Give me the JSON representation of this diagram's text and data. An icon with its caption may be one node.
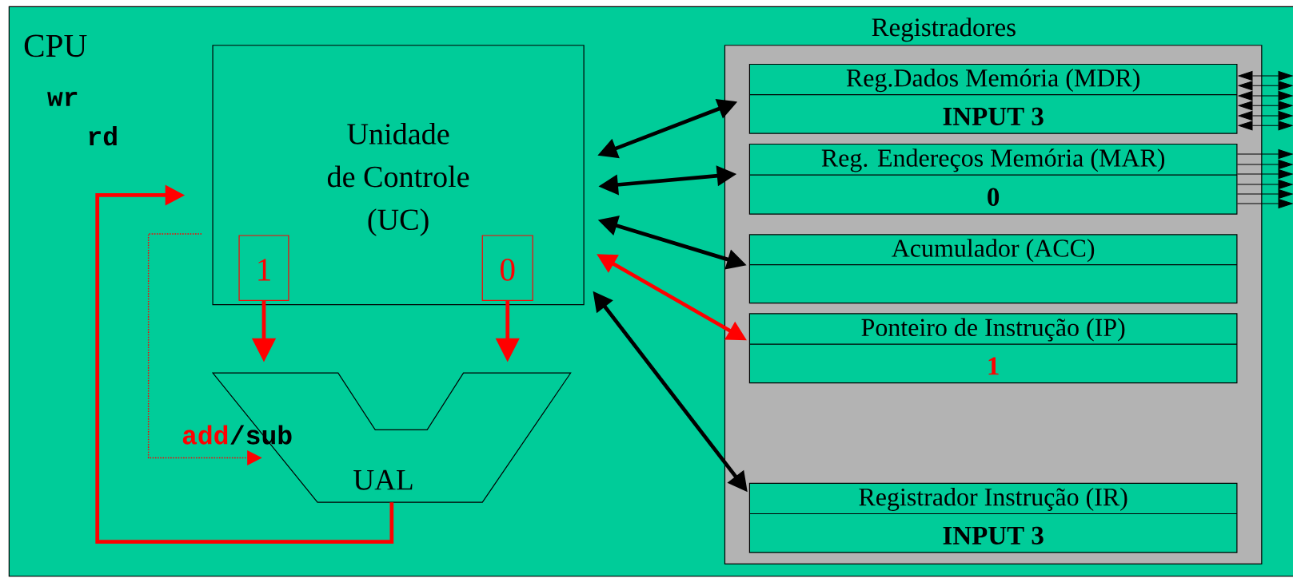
{
  "diagram": {
    "nodes": [
      {
        "text": [
          "CPU"
        ]
      },
      {
        "text": [
          "Unidade de Controle (UC)"
        ],
        "in": 0
      },
      {
        "text": [
          "1"
        ],
        "in": 1
      },
      {
        "text": [
          "0"
        ],
        "in": 1
      },
      {
        "text": [
          "UAL"
        ],
        "in": 0
      },
      {
        "text": [
          "Registradores"
        ],
        "in": 0
      },
      {
        "text": [
          "Reg.Dados Memória (MDR)",
          "INPUT 3"
        ],
        "in": 5
      },
      {
        "text": [
          "Reg. Endereços Memória (MAR)",
          "0"
        ],
        "in": 5
      },
      {
        "text": [
          "Acumulador (ACC)"
        ],
        "in": 5
      },
      {
        "text": [
          "Ponteiro de Instrução (IP)",
          "1"
        ],
        "in": 5
      },
      {
        "text": [
          "Registrador Instrução (IR)",
          "INPUT 3"
        ],
        "in": 5
      }
    ],
    "edges": [
      {
        "from": 2,
        "to": 4,
        "arrow": "to",
        "style": "thick",
        "color": "#ff0000"
      },
      {
        "from": 3,
        "to": 4,
        "arrow": "to",
        "style": "thick",
        "color": "#ff0000"
      },
      {
        "from": 4,
        "to": 1,
        "arrow": "to",
        "style": "thick",
        "color": "#ff0000"
      },
      {
        "from": 1,
        "to": 4,
        "arrow": "to",
        "style": "dashed",
        "color": "#ff0000"
      },
      {
        "from": 1,
        "to": 6,
        "arrow": "both",
        "style": "thick"
      },
      {
        "from": 1,
        "to": 7,
        "arrow": "both",
        "style": "thick"
      },
      {
        "from": 1,
        "to": 8,
        "arrow": "both",
        "style": "thick"
      },
      {
        "from": 1,
        "to": 9,
        "arrow": "both",
        "style": "thick",
        "color": "#ff0000"
      },
      {
        "from": 1,
        "to": 10,
        "arrow": "both",
        "style": "thick"
      },
      {
        "from": 6,
        "to": null,
        "arrow": "both"
      },
      {
        "from": 6,
        "to": null,
        "arrow": "both"
      },
      {
        "from": 6,
        "to": null,
        "arrow": "both"
      },
      {
        "from": 6,
        "to": null,
        "arrow": "both"
      },
      {
        "from": 6,
        "to": null,
        "arrow": "both"
      },
      {
        "from": 6,
        "to": null,
        "arrow": "both"
      },
      {
        "from": 7,
        "to": null,
        "arrow": "to"
      },
      {
        "from": 7,
        "to": null,
        "arrow": "to"
      },
      {
        "from": 7,
        "to": null,
        "arrow": "to"
      },
      {
        "from": 7,
        "to": null,
        "arrow": "to"
      },
      {
        "from": 7,
        "to": null,
        "arrow": "to"
      },
      {
        "from": 7,
        "to": null,
        "arrow": "to"
      }
    ],
    "labels": [
      "wr",
      "rd",
      "add",
      "/sub"
    ]
  }
}
